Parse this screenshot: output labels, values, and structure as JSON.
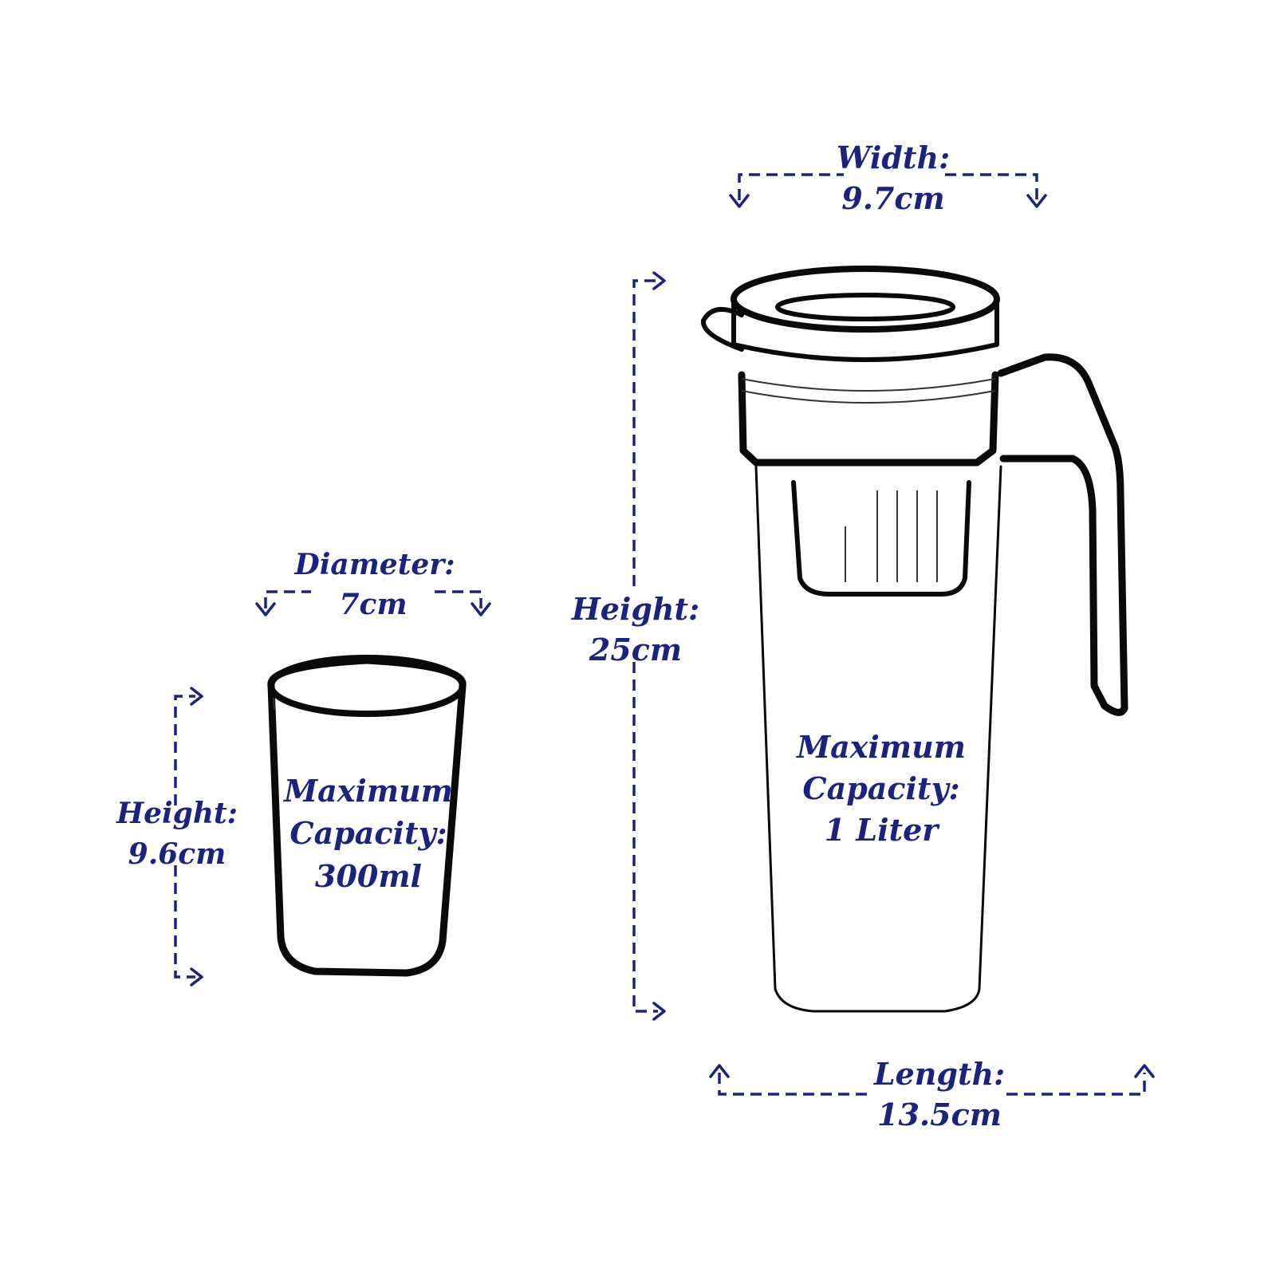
{
  "colors": {
    "annotation": "#1a237e",
    "outline": "#0a0a0a",
    "background": "#ffffff"
  },
  "glass": {
    "diameter_label": "Diameter:",
    "diameter_value": "7cm",
    "height_label": "Height:",
    "height_value": "9.6cm",
    "capacity_line1": "Maximum",
    "capacity_line2": "Capacity:",
    "capacity_value": "300ml"
  },
  "jug": {
    "width_label": "Width:",
    "width_value": "9.7cm",
    "height_label": "Height:",
    "height_value": "25cm",
    "length_label": "Length:",
    "length_value": "13.5cm",
    "capacity_line1": "Maximum",
    "capacity_line2": "Capacity:",
    "capacity_value": "1 Liter"
  }
}
